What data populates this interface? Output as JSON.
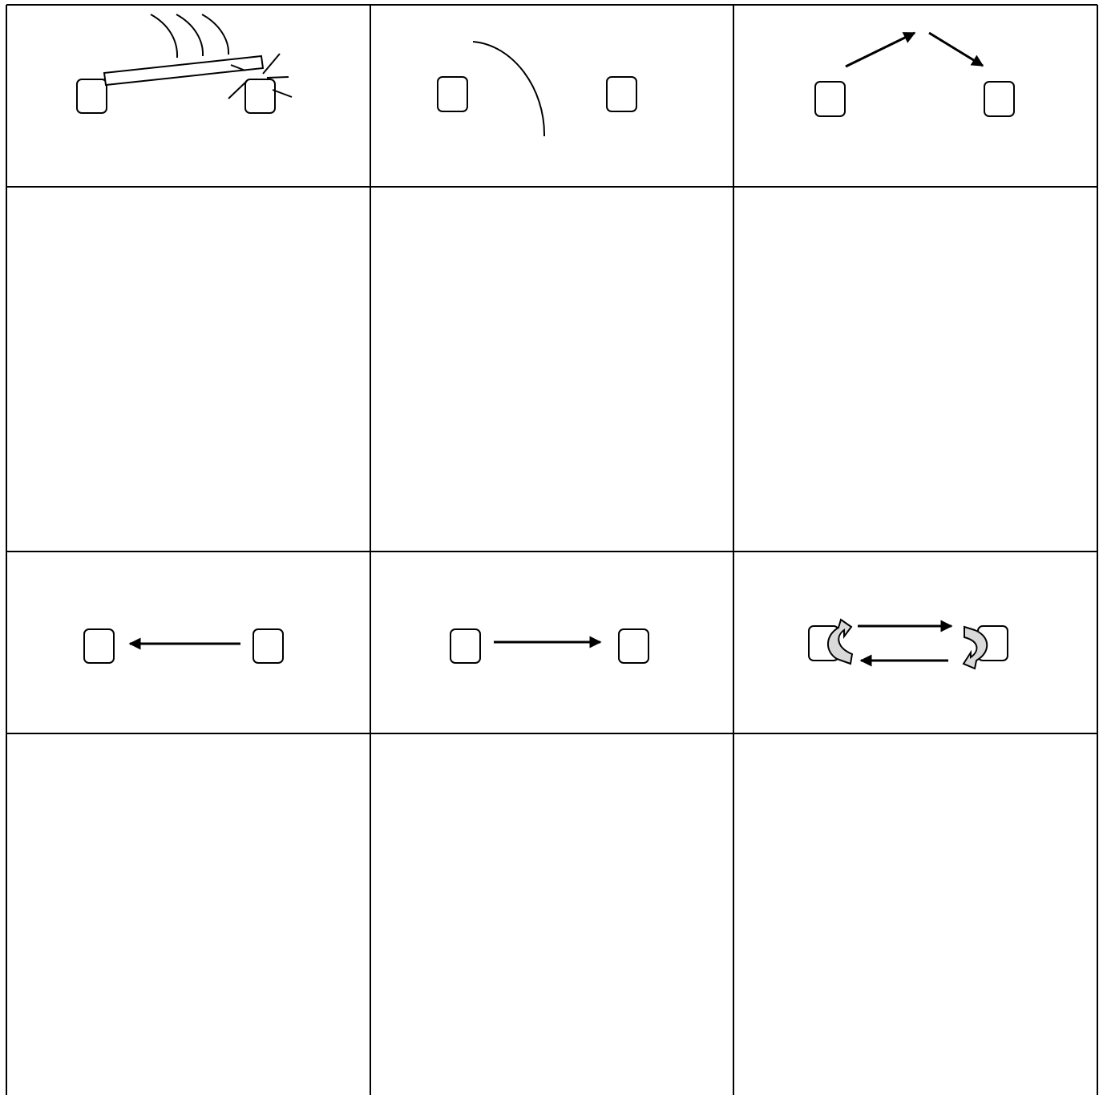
{
  "worksheet": {
    "columns": 3,
    "rows": 4,
    "line_color": "#000000",
    "background": "#ffffff",
    "shaded_arrow_fill": "#d9d9d9",
    "illustrations": [
      {
        "cell": "row1-col1",
        "icon": "beam-between-two-blocks-with-impact-lines"
      },
      {
        "cell": "row1-col2",
        "icon": "curved-line-between-two-blocks"
      },
      {
        "cell": "row1-col3",
        "icon": "up-then-down-arrows-over-two-blocks"
      },
      {
        "cell": "row3-col1",
        "icon": "arrow-pointing-left-between-two-blocks"
      },
      {
        "cell": "row3-col2",
        "icon": "arrow-pointing-right-between-two-blocks"
      },
      {
        "cell": "row3-col3",
        "icon": "two-way-arrows-with-rotation-arrows-between-two-blocks"
      }
    ],
    "blank_cells": [
      "row2-col1",
      "row2-col2",
      "row2-col3",
      "row4-col1",
      "row4-col2",
      "row4-col3"
    ]
  }
}
